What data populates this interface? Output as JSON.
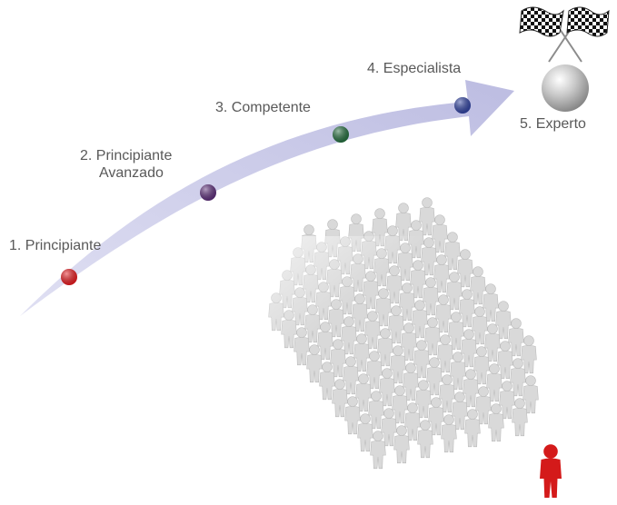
{
  "stages": [
    {
      "number": 1,
      "label": "1. Principiante",
      "color": "#e8161b"
    },
    {
      "number": 2,
      "label_lines": [
        "2. Principiante",
        "Avanzado"
      ],
      "color": "#5a2a78"
    },
    {
      "number": 3,
      "label": "3. Competente",
      "color": "#1f6b3a"
    },
    {
      "number": 4,
      "label": "4. Especialista",
      "color": "#2c3fa0"
    },
    {
      "number": 5,
      "label": "5. Experto",
      "color": "#b8b8b8"
    }
  ],
  "colors": {
    "arrow": "#c5c5e6",
    "crowd": "#d9d9d9",
    "leader": "#d41a1a",
    "label": "#595959"
  },
  "icons": [
    "checkered-flag-icon",
    "globe-icon",
    "person-icon"
  ]
}
